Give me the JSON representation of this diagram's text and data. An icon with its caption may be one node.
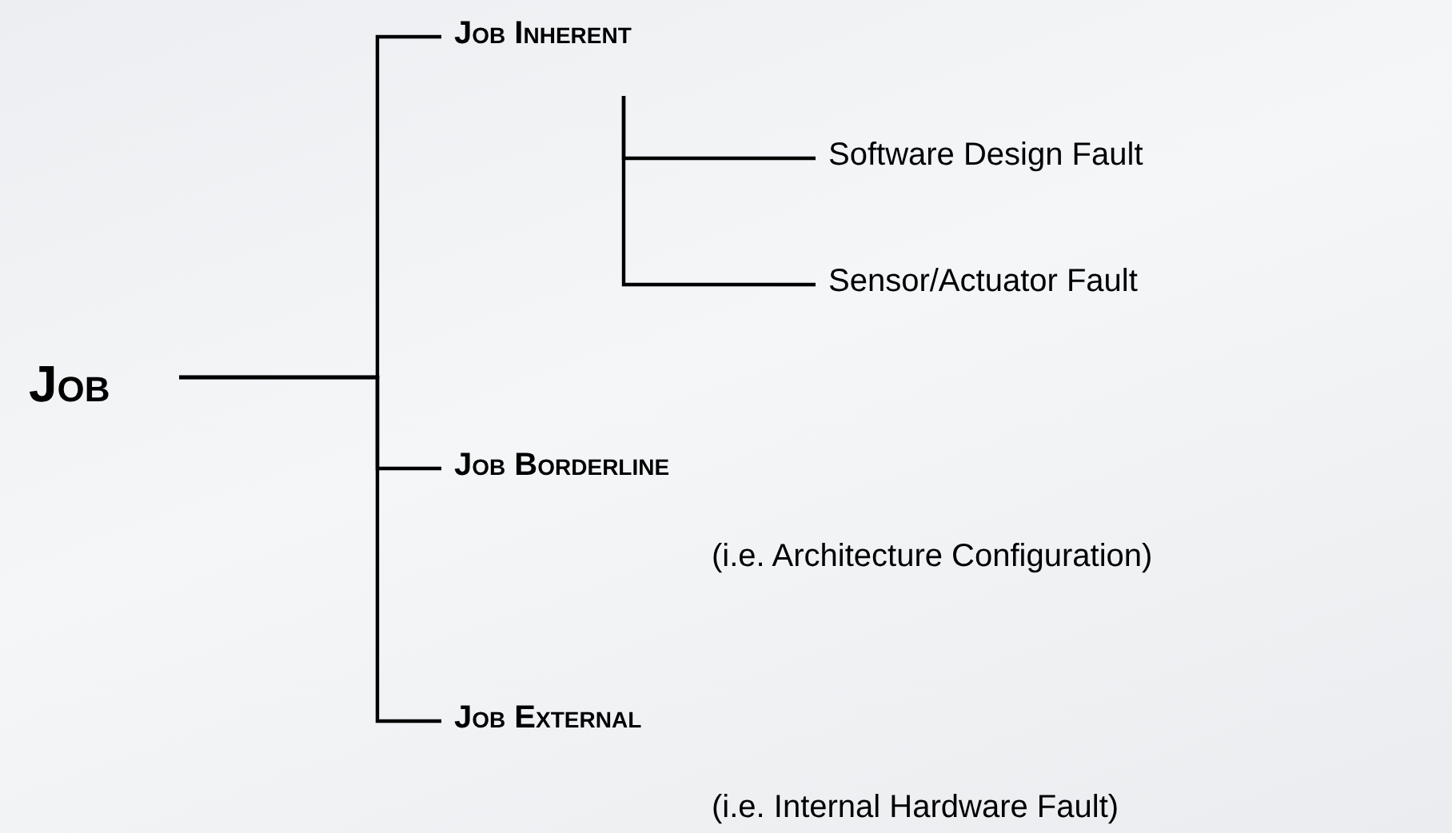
{
  "diagram": {
    "nodes": [
      {
        "text": [
          "Job"
        ]
      },
      {
        "text": [
          "Job Inherent"
        ]
      },
      {
        "text": [
          "Software Design Fault"
        ]
      },
      {
        "text": [
          "Sensor/Actuator Fault"
        ]
      },
      {
        "text": [
          "Job Borderline"
        ],
        "beside": [
          "(i.e. Architecture Configuration)"
        ]
      },
      {
        "text": [
          "Job External"
        ],
        "beside": [
          "(i.e. Internal Hardware Fault)"
        ]
      }
    ],
    "edges": [
      {
        "from": 0,
        "to": 1,
        "arrow": "none"
      },
      {
        "from": 0,
        "to": 4,
        "arrow": "none"
      },
      {
        "from": 0,
        "to": 5,
        "arrow": "none"
      },
      {
        "from": 1,
        "to": 2,
        "arrow": "none"
      },
      {
        "from": 1,
        "to": 3,
        "arrow": "none"
      }
    ]
  }
}
